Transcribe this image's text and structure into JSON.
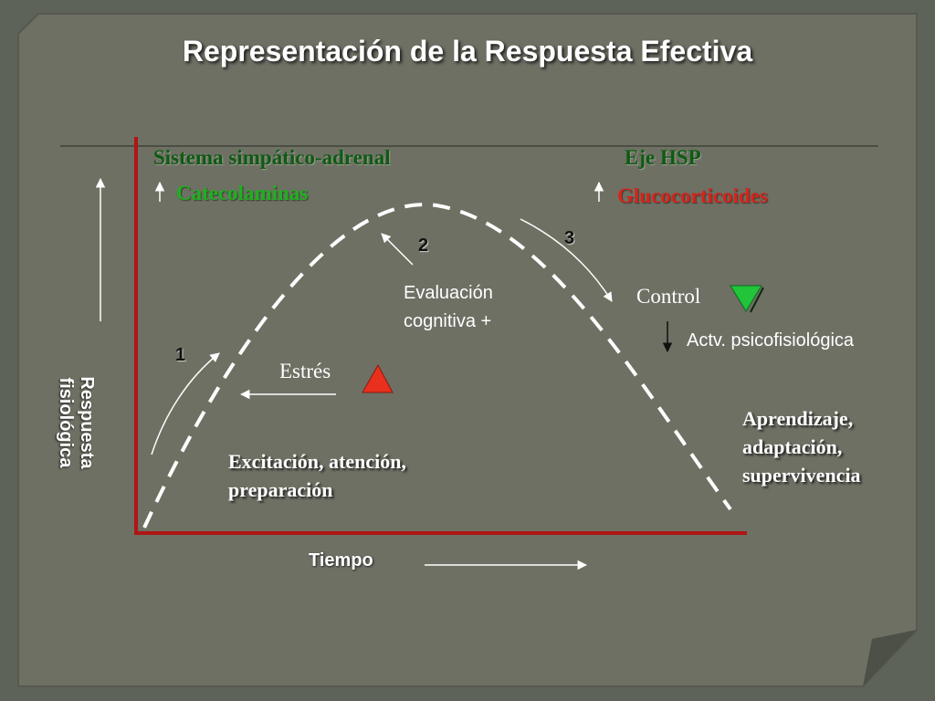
{
  "title": "Representación de la Respuesta Efectiva",
  "axes": {
    "y_label_line1": "Respuesta",
    "y_label_line2": "fisiológica",
    "x_label": "Tiempo"
  },
  "systems": {
    "left_heading": "Sistema simpático-adrenal",
    "left_hormone": "Catecolaminas",
    "right_heading": "Eje HSP",
    "right_hormone": "Glucocorticoides"
  },
  "stages": {
    "step1": "1",
    "step2": "2",
    "step3": "3",
    "evaluation_line1": "Evaluación",
    "evaluation_line2": "cognitiva +",
    "stress": "Estrés",
    "control": "Control",
    "psych_activity": "Actv. psicofisiológica",
    "excitation_line1": "Excitación, atención,",
    "excitation_line2": "preparación",
    "outcome_line1": "Aprendizaje,",
    "outcome_line2": "adaptación,",
    "outcome_line3": "supervivencia"
  },
  "colors": {
    "background": "#5e6359",
    "panel": "#6d7063",
    "axis": "#b01515",
    "catecolaminas": "#1db21d",
    "glucocorticoides": "#d8231a",
    "stress_triangle": "#e8301c",
    "control_triangle": "#22c43a",
    "heading": "#0f5a14"
  }
}
